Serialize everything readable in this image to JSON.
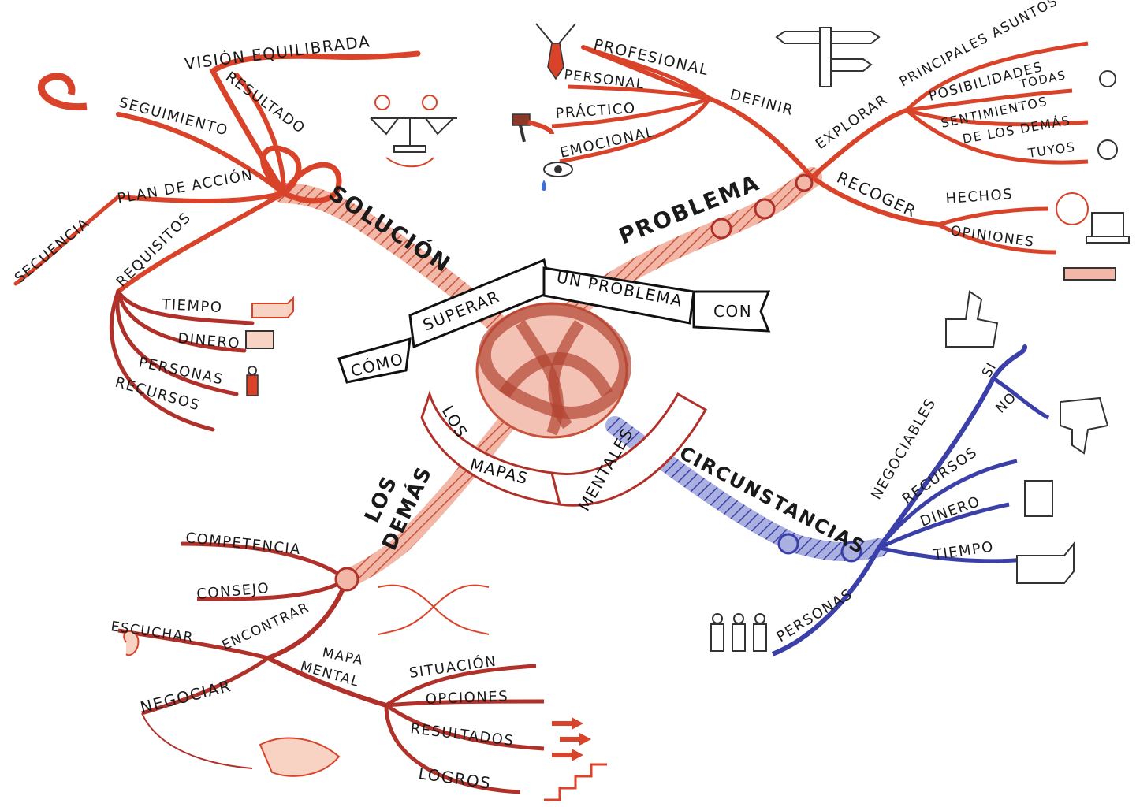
{
  "center": {
    "banner_words": [
      "CÓMO",
      "SUPERAR",
      "UN PROBLEMA",
      "CON"
    ],
    "banner2_words": [
      "LOS",
      "MAPAS",
      "MENTALES"
    ]
  },
  "branches": {
    "solucion": {
      "label": "SOLUCIÓN",
      "items": [
        "VISIÓN EQUILIBRADA",
        "RESULTADO",
        "SEGUIMIENTO",
        "PLAN DE ACCIÓN",
        "SECUENCIA",
        "REQUISITOS"
      ],
      "requisitos": [
        "TIEMPO",
        "DINERO",
        "PERSONAS",
        "RECURSOS"
      ]
    },
    "problema": {
      "label": "PROBLEMA",
      "definir": "DEFINIR",
      "definir_items": [
        "PROFESIONAL",
        "PERSONAL",
        "PRÁCTICO",
        "EMOCIONAL"
      ],
      "explorar": "EXPLORAR",
      "explorar_items": [
        "PRINCIPALES ASUNTOS",
        "POSIBILIDADES",
        "TODAS",
        "SENTIMIENTOS",
        "DE LOS DEMÁS",
        "TUYOS"
      ],
      "recoger": "RECOGER",
      "recoger_items": [
        "HECHOS",
        "OPINIONES"
      ]
    },
    "circunstancias": {
      "label": "CIRCUNSTANCIAS",
      "items": [
        "NEGOCIABLES",
        "SI",
        "NO",
        "RECURSOS",
        "DINERO",
        "TIEMPO",
        "PERSONAS"
      ]
    },
    "los_demas": {
      "label_line1": "LOS",
      "label_line2": "DEMÁS",
      "items": [
        "COMPETENCIA",
        "CONSEJO",
        "ENCONTRAR",
        "ESCUCHAR",
        "NEGOCIAR"
      ],
      "mapa_mental_line1": "MAPA",
      "mapa_mental_line2": "MENTAL",
      "mapa_items": [
        "SITUACIÓN",
        "OPCIONES",
        "RESULTADOS",
        "LOGROS"
      ]
    }
  },
  "colors": {
    "red_branch": "#d8432a",
    "dark_red": "#9b2a1c",
    "blue_branch": "#3b3fa8",
    "rope": "#e08a76",
    "ink": "#1a1a1a"
  }
}
